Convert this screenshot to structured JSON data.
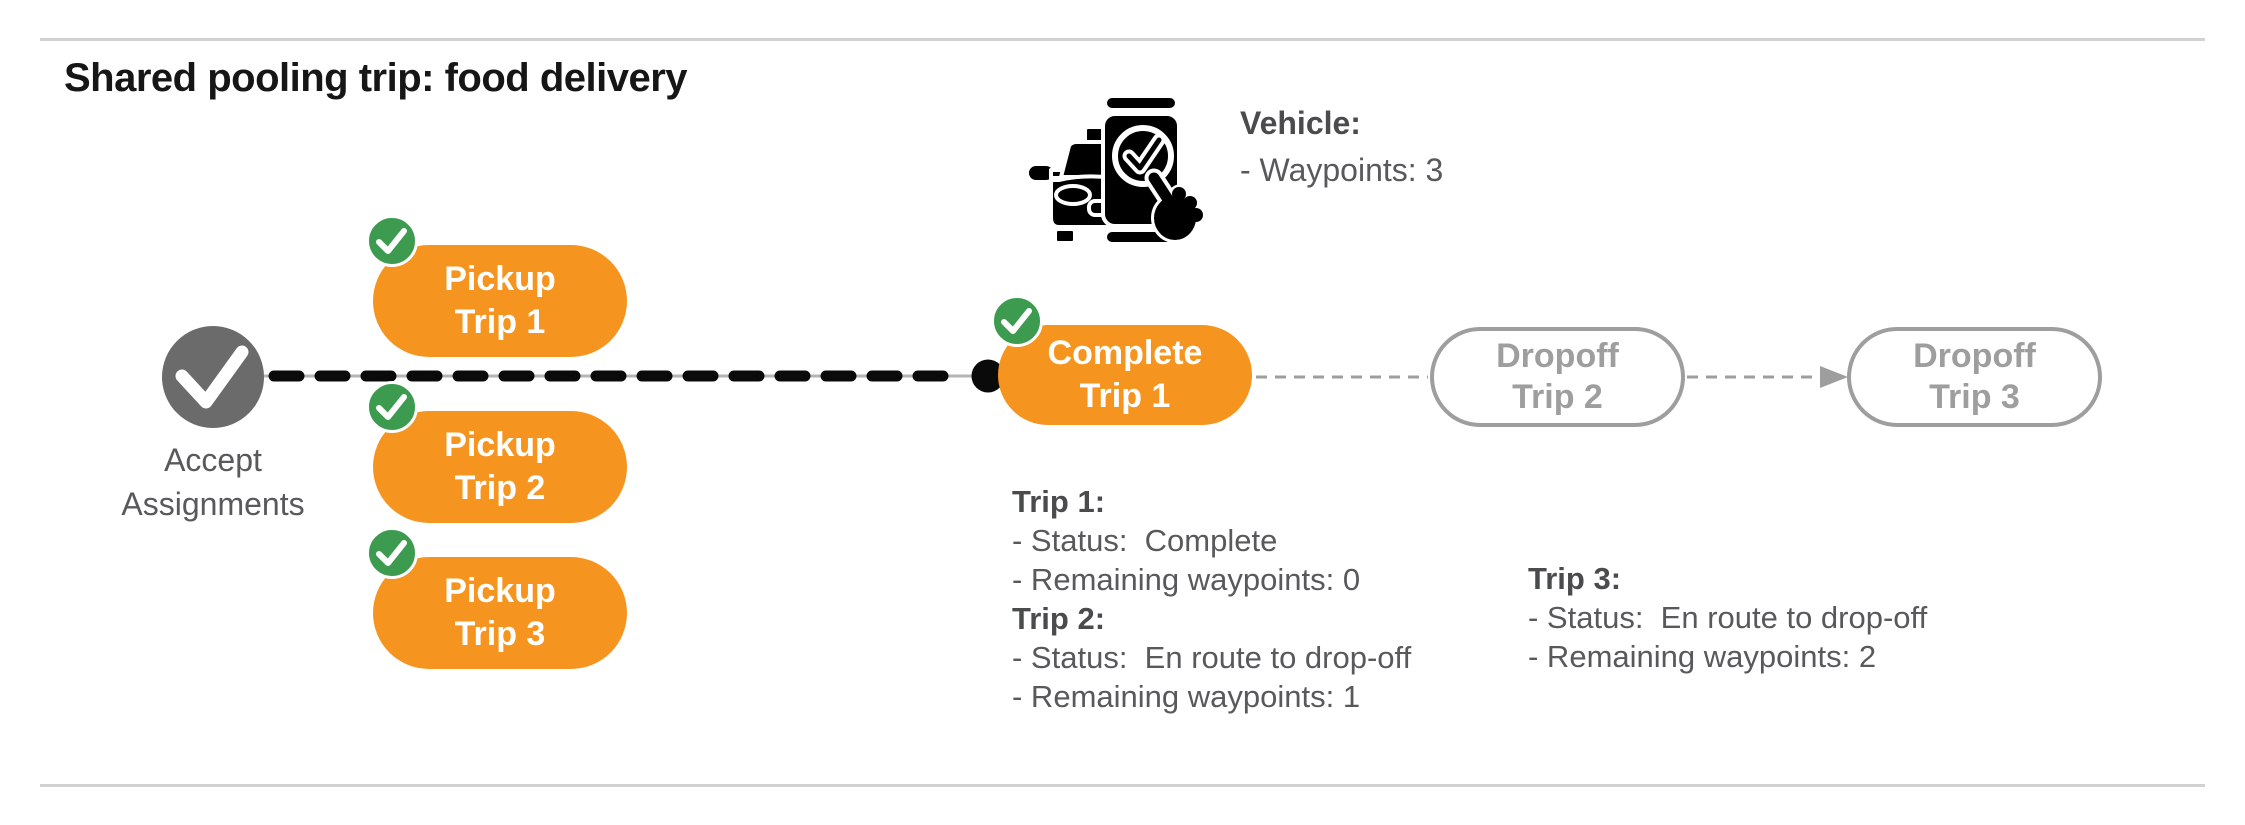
{
  "title": "Shared pooling trip: food delivery",
  "vehicle": {
    "label": "Vehicle:",
    "waypoints": "- Waypoints: 3"
  },
  "flow": {
    "start_label_line1": "Accept",
    "start_label_line2": "Assignments",
    "pickups": [
      {
        "line1": "Pickup",
        "line2": "Trip 1"
      },
      {
        "line1": "Pickup",
        "line2": "Trip 2"
      },
      {
        "line1": "Pickup",
        "line2": "Trip 3"
      }
    ],
    "complete": {
      "line1": "Complete",
      "line2": "Trip 1"
    },
    "dropoffs": [
      {
        "line1": "Dropoff",
        "line2": "Trip 2"
      },
      {
        "line1": "Dropoff",
        "line2": "Trip 3"
      }
    ]
  },
  "trip_status": [
    {
      "header": "Trip 1:",
      "lines": [
        "- Status:  Complete",
        "- Remaining waypoints: 0"
      ]
    },
    {
      "header": "Trip 2:",
      "lines": [
        "- Status:  En route to drop-off",
        "- Remaining waypoints: 1"
      ]
    },
    {
      "header": "Trip 3:",
      "lines": [
        "- Status:  En route to drop-off",
        "- Remaining waypoints: 2"
      ]
    }
  ],
  "colors": {
    "orange": "#F5951F",
    "green_badge": "#3D9B50",
    "gray_node": "#6B6B6B",
    "outline_gray": "#9E9E9E",
    "text_gray": "#58595B",
    "rule_gray": "#D2D2D2",
    "dash_black": "#0A0A0A"
  }
}
